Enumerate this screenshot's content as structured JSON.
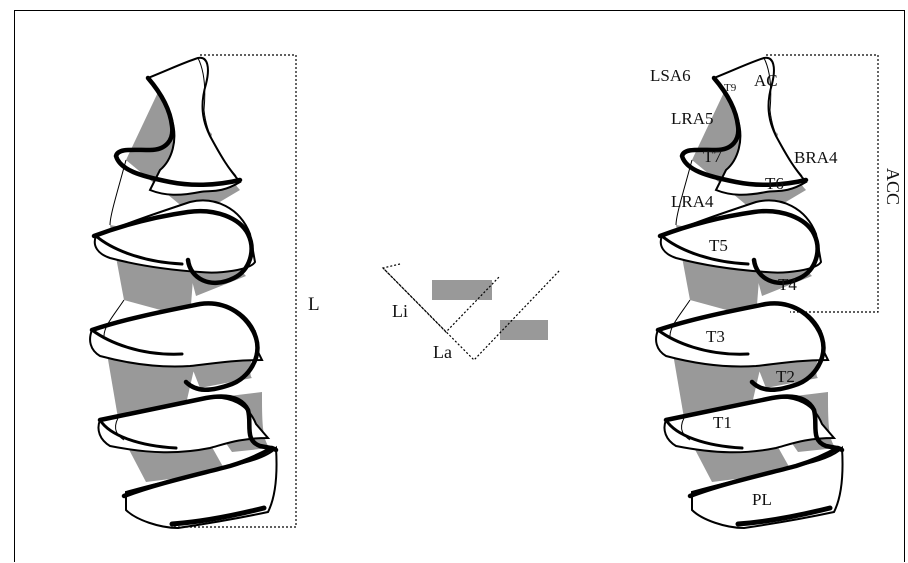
{
  "diagram": {
    "left_figure": {
      "dimension_label": "L"
    },
    "middle_figure": {
      "inner_length_label": "Li",
      "outer_length_label": "La"
    },
    "right_figure": {
      "bracket_label": "ACC",
      "labels": {
        "lsa6": "LSA6",
        "t9": "T9",
        "ac": "AC",
        "lra5": "LRA5",
        "t7": "T7",
        "bra4": "BRA4",
        "t6": "T6",
        "lra4": "LRA4",
        "t5": "T5",
        "t4": "T4",
        "t3": "T3",
        "t2": "T2",
        "t1": "T1",
        "pl": "PL"
      }
    },
    "colors": {
      "outline": "#000000",
      "shade": "#999999",
      "fill": "#ffffff"
    }
  }
}
